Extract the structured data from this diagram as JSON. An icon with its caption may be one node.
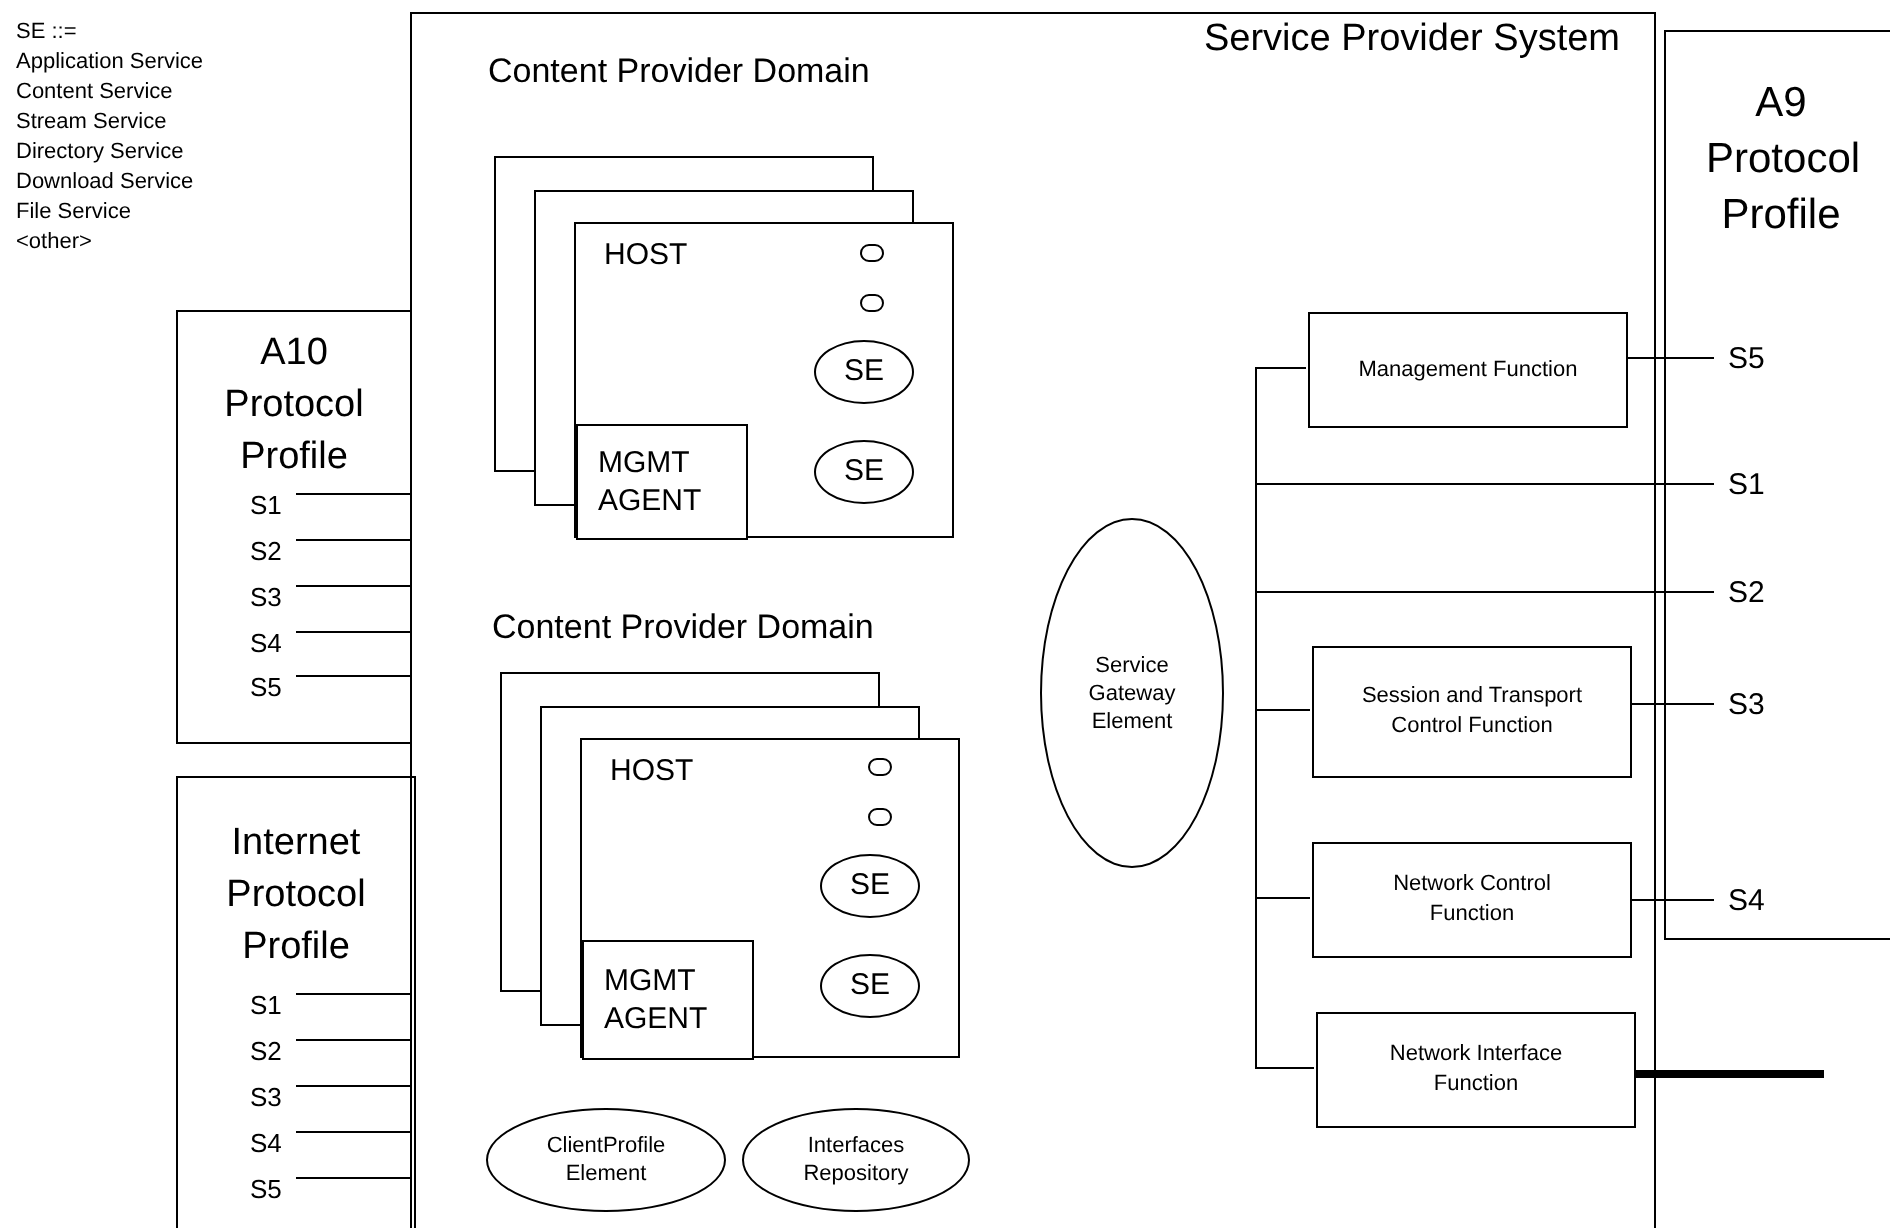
{
  "diagram": {
    "nodes": [
      {
        "text": [
          "Service Provider System"
        ]
      },
      {
        "text": [
          "A9 Protocol Profile"
        ]
      },
      {
        "text": [
          "A10 Protocol Profile"
        ]
      },
      {
        "text": [
          "S1"
        ],
        "in": 2
      },
      {
        "text": [
          "S2"
        ],
        "in": 2
      },
      {
        "text": [
          "S3"
        ],
        "in": 2
      },
      {
        "text": [
          "S4"
        ],
        "in": 2
      },
      {
        "text": [
          "S5"
        ],
        "in": 2
      },
      {
        "text": [
          "Internet Protocol Profile"
        ]
      },
      {
        "text": [
          "S1"
        ],
        "in": 8
      },
      {
        "text": [
          "S2"
        ],
        "in": 8
      },
      {
        "text": [
          "S3"
        ],
        "in": 8
      },
      {
        "text": [
          "S4"
        ],
        "in": 8
      },
      {
        "text": [
          "S5"
        ],
        "in": 8
      },
      {
        "text": [
          "Content Provider Domain"
        ],
        "in": 0
      },
      {
        "text": [
          "HOST"
        ],
        "in": 0
      },
      {
        "text": [
          "MGMT AGENT"
        ],
        "in": 15
      },
      {
        "text": [],
        "shape": "circle",
        "in": 15
      },
      {
        "text": [],
        "shape": "circle",
        "in": 15
      },
      {
        "text": [
          "SE"
        ],
        "in": 15
      },
      {
        "text": [
          "SE"
        ],
        "in": 15
      },
      {
        "text": [
          "Content Provider Domain"
        ],
        "in": 0
      },
      {
        "text": [
          "HOST"
        ],
        "in": 0
      },
      {
        "text": [
          "MGMT AGENT"
        ],
        "in": 22
      },
      {
        "text": [],
        "shape": "circle",
        "in": 22
      },
      {
        "text": [],
        "shape": "circle",
        "in": 22
      },
      {
        "text": [
          "SE"
        ],
        "in": 22
      },
      {
        "text": [
          "SE"
        ],
        "in": 22
      },
      {
        "text": [
          "ClientProfile Element"
        ],
        "in": 0
      },
      {
        "text": [
          "Interfaces Repository"
        ],
        "in": 0
      },
      {
        "text": [
          "Service Gateway Element"
        ],
        "in": 0
      },
      {
        "text": [
          "Management Function"
        ],
        "in": 0
      },
      {
        "text": [
          "Session and Transport Control Function"
        ],
        "in": 0
      },
      {
        "text": [
          "Network Control Function"
        ],
        "in": 0
      },
      {
        "text": [
          "Network Interface Function"
        ],
        "in": 0
      },
      {
        "text": [
          "S5"
        ],
        "in": 1
      },
      {
        "text": [
          "S1"
        ],
        "in": 1
      },
      {
        "text": [
          "S2"
        ],
        "in": 1
      },
      {
        "text": [
          "S3"
        ],
        "in": 1
      },
      {
        "text": [
          "S4"
        ],
        "in": 1
      }
    ],
    "edges": [
      {
        "from": 3,
        "to": 0,
        "arrow": "none"
      },
      {
        "from": 4,
        "to": 0,
        "arrow": "none"
      },
      {
        "from": 5,
        "to": 0,
        "arrow": "none"
      },
      {
        "from": 6,
        "to": 0,
        "arrow": "none"
      },
      {
        "from": 7,
        "to": 0,
        "arrow": "none"
      },
      {
        "from": 9,
        "to": 0,
        "arrow": "none"
      },
      {
        "from": 10,
        "to": 0,
        "arrow": "none"
      },
      {
        "from": 11,
        "to": 0,
        "arrow": "none"
      },
      {
        "from": 12,
        "to": 0,
        "arrow": "none"
      },
      {
        "from": 13,
        "to": 0,
        "arrow": "none"
      },
      {
        "from": 31,
        "to": 35,
        "arrow": "none"
      },
      {
        "from": 31,
        "to": 36,
        "arrow": "none"
      },
      {
        "from": 31,
        "to": 37,
        "arrow": "none"
      },
      {
        "from": 31,
        "to": 32,
        "arrow": "none"
      },
      {
        "from": 32,
        "to": 33,
        "arrow": "none"
      },
      {
        "from": 33,
        "to": 34,
        "arrow": "none"
      },
      {
        "from": 32,
        "to": 38,
        "arrow": "none"
      },
      {
        "from": 33,
        "to": 39,
        "arrow": "none"
      },
      {
        "from": 34,
        "to": null,
        "arrow": "none",
        "style": "thick"
      }
    ],
    "labels": [
      "SE ::=",
      "Application Service",
      "Content Service",
      "Stream Service",
      "Directory Service",
      "Download Service",
      "File Service",
      "<other>"
    ]
  }
}
